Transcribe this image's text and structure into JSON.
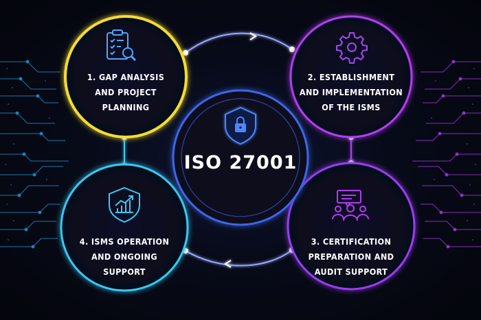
{
  "center": {
    "title": "ISO 27001",
    "icon": "padlock-shield-icon"
  },
  "steps": [
    {
      "lines": [
        "1. GAP ANALYSIS",
        "AND PROJECT",
        "PLANNING"
      ],
      "icon": "clipboard-search-icon",
      "color": "#f5dc32"
    },
    {
      "lines": [
        "2. ESTABLISHMENT",
        "AND IMPLEMENTATION",
        "OF THE ISMS"
      ],
      "icon": "gear-icon",
      "color": "#b23cf0"
    },
    {
      "lines": [
        "3. CERTIFICATION",
        "PREPARATION AND",
        "AUDIT SUPPORT"
      ],
      "icon": "audience-chat-icon",
      "color": "#9a3cf0"
    },
    {
      "lines": [
        "4. ISMS OPERATION",
        "AND ONGOING",
        "SUPPORT"
      ],
      "icon": "growth-chart-shield-icon",
      "color": "#39c9f2"
    }
  ],
  "colors": {
    "background": "#05070f",
    "center_ring": "#3e66e8",
    "connector": "#9aa8ff"
  }
}
